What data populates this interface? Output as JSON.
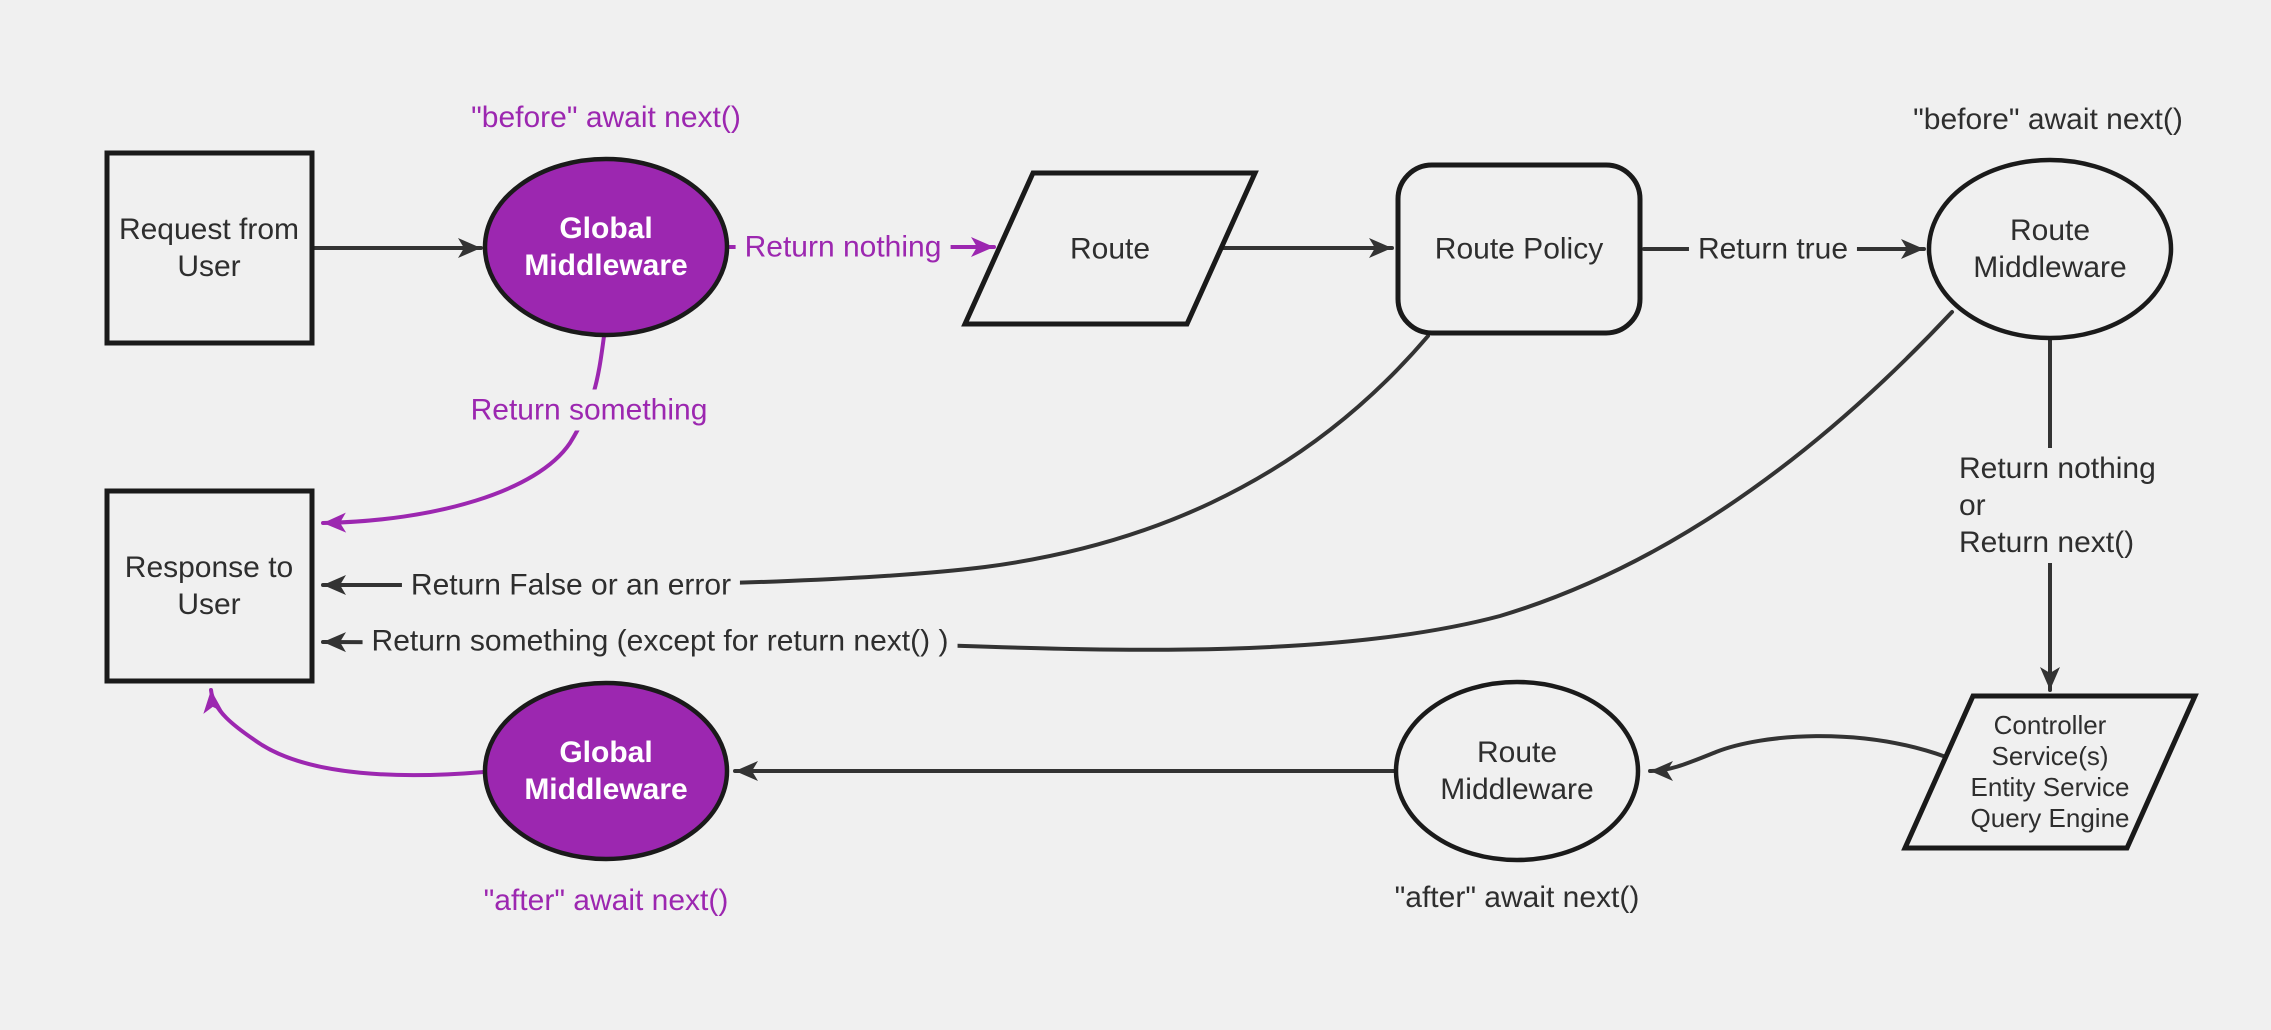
{
  "diagram": {
    "colors": {
      "bg": "#f0f0f0",
      "purple": "#9c27b0",
      "dark": "#333333",
      "node_border": "#1a1a1a",
      "node_fill": "#f0f0f0",
      "text": "#2e2e2e"
    },
    "nodes": {
      "request": {
        "label": "Request from\nUser"
      },
      "global_mw_top": {
        "label": "Global\nMiddleware"
      },
      "route": {
        "label": "Route"
      },
      "route_policy": {
        "label": "Route Policy"
      },
      "route_mw_top": {
        "label": "Route\nMiddleware"
      },
      "controller": {
        "label": "Controller\nService(s)\nEntity Service\nQuery Engine"
      },
      "route_mw_bottom": {
        "label": "Route\nMiddleware"
      },
      "global_mw_bottom": {
        "label": "Global\nMiddleware"
      },
      "response": {
        "label": "Response to\nUser"
      }
    },
    "edge_labels": {
      "return_nothing": "Return nothing",
      "return_true": "Return true",
      "return_something": "Return something",
      "return_false_or_error": "Return False or an error",
      "return_something_except": "Return something (except for return next() )",
      "return_nothing_or_next": "Return nothing\nor\nReturn next()"
    },
    "annotations": {
      "before_await_top_left": "\"before\" await next()",
      "before_await_top_right": "\"before\" await next()",
      "after_await_bottom_right": "\"after\" await next()",
      "after_await_bottom_left": "\"after\" await next()"
    }
  }
}
